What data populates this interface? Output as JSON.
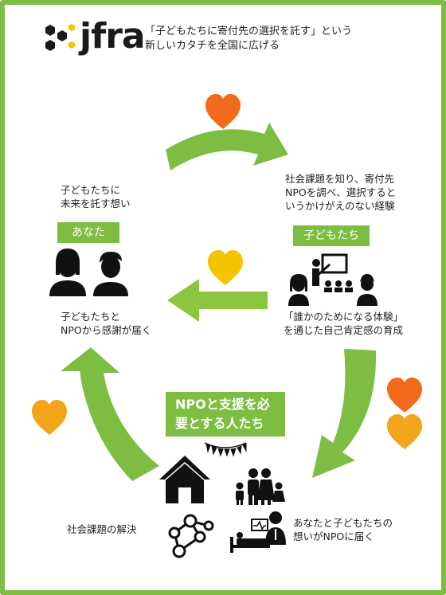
{
  "logo": {
    "brand": "jfra"
  },
  "tagline": {
    "line1": "「子どもたちに寄付先の選択を託す」という",
    "line2": "新しいカタチを全国に広げる"
  },
  "you": {
    "intro_line1": "子どもたちに",
    "intro_line2": "未来を託す想い",
    "label": "あなた",
    "thanks_line1": "子どもたちと",
    "thanks_line2": "NPOから感謝が届く"
  },
  "children": {
    "intro_line1": "社会課題を知り、寄付先",
    "intro_line2": "NPOを調べ、選択すると",
    "intro_line3": "いうかけがえのない経験",
    "label": "子どもたち",
    "growth_line1": "「誰かのためになる体験」",
    "growth_line2": "を通じた自己肯定感の育成"
  },
  "npo": {
    "label_line1": "NPOと支援を必",
    "label_line2": "要とする人たち",
    "solution": "社会課題の解決",
    "delivery_line1": "あなたと子どもたちの",
    "delivery_line2": "想いがNPOに届く"
  },
  "colors": {
    "green": "#7dbd42",
    "light_green": "#8cc63f",
    "heart_orange": "#f26a1b",
    "heart_yellow": "#f5b800",
    "heart_gold": "#f2a51a"
  }
}
